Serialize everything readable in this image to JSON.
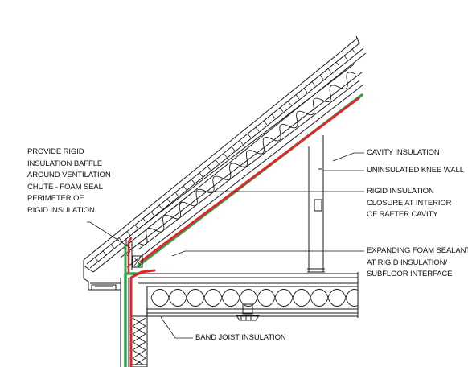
{
  "colors": {
    "air_barrier_red": "#e0262b",
    "rigid_insulation_green": "#2fa84f",
    "linework": "#1a1a1a"
  },
  "labels": {
    "baffle": [
      "PROVIDE RIGID",
      "INSULATION BAFFLE",
      "AROUND VENTILATION",
      "CHUTE - FOAM SEAL",
      "PERIMETER OF",
      "RIGID INSULATION"
    ],
    "cavity": [
      "CAVITY INSULATION"
    ],
    "knee_wall": [
      "UNINSULATED KNEE WALL"
    ],
    "closure": [
      "RIGID INSULATION",
      "CLOSURE AT INTERIOR",
      "OF RAFTER CAVITY"
    ],
    "foam": [
      "EXPANDING FOAM SEALANT",
      "AT RIGID INSULATION/",
      "SUBFLOOR INTERFACE"
    ],
    "band_joist": [
      "BAND JOIST INSULATION"
    ]
  }
}
